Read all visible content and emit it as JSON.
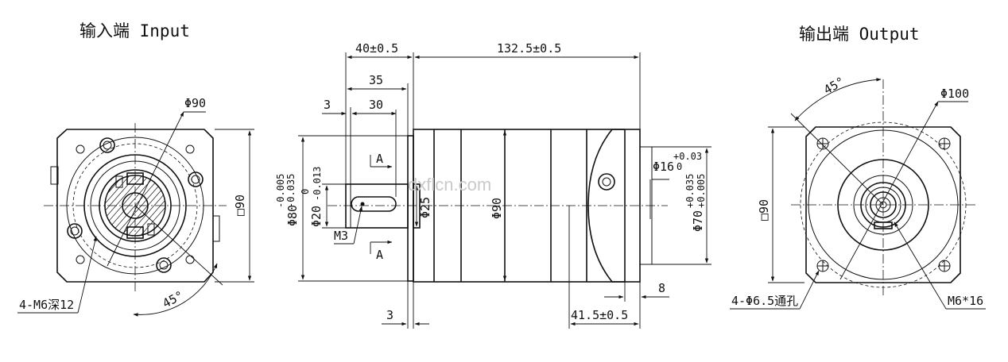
{
  "titles": {
    "input": "输入端 Input",
    "output": "输出端 Output"
  },
  "watermark": "dxflcn.com",
  "input_view": {
    "dia_label": "Φ90",
    "square_label": "□90",
    "thread_label": "4-M6深12",
    "angle_label": "45°"
  },
  "side_view": {
    "dim_40": "40±0.5",
    "dim_132": "132.5±0.5",
    "dim_35": "35",
    "dim_30": "30",
    "dim_3_top": "3",
    "dim_3_bottom": "3",
    "dim_phi80": "Φ80",
    "tol_phi80": "-0.005\n-0.035",
    "dim_phi20": "Φ20",
    "tol_phi20": "0\n-0.013",
    "dim_phi25": "Φ25",
    "dim_phi90": "Φ90",
    "dim_phi16": "Φ16",
    "tol_phi16": "+0.03\n0",
    "dim_phi70": "Φ70",
    "tol_phi70": "+0.035\n+0.005",
    "dim_8": "8",
    "dim_41": "41.5±0.5",
    "thread_m3": "M3",
    "section_a_top": "A",
    "section_a_bottom": "A"
  },
  "output_view": {
    "dia_label": "Φ100",
    "square_label": "□90",
    "hole_label": "4-Φ6.5通孔",
    "thread_label": "M6*16",
    "angle_label": "45°"
  }
}
